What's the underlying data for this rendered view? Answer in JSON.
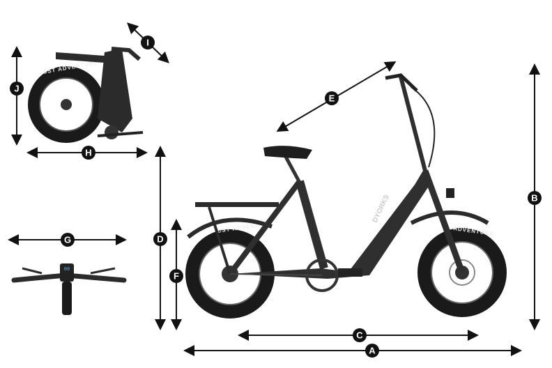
{
  "dimensions": {
    "A": "A",
    "B": "B",
    "C": "C",
    "D": "D",
    "E": "E",
    "F": "F",
    "G": "G",
    "H": "H",
    "I": "I",
    "J": "J"
  },
  "tire_text": {
    "front": "ADVENTURE",
    "rear": "CST ADVEN",
    "folded": "CST ADVENTURE"
  },
  "frame_text": "DYORKS",
  "display_text": "00",
  "colors": {
    "label_bg": "#111111",
    "label_text": "#ffffff",
    "bike": "#2b2b2b",
    "tire": "#1a1a1a"
  }
}
